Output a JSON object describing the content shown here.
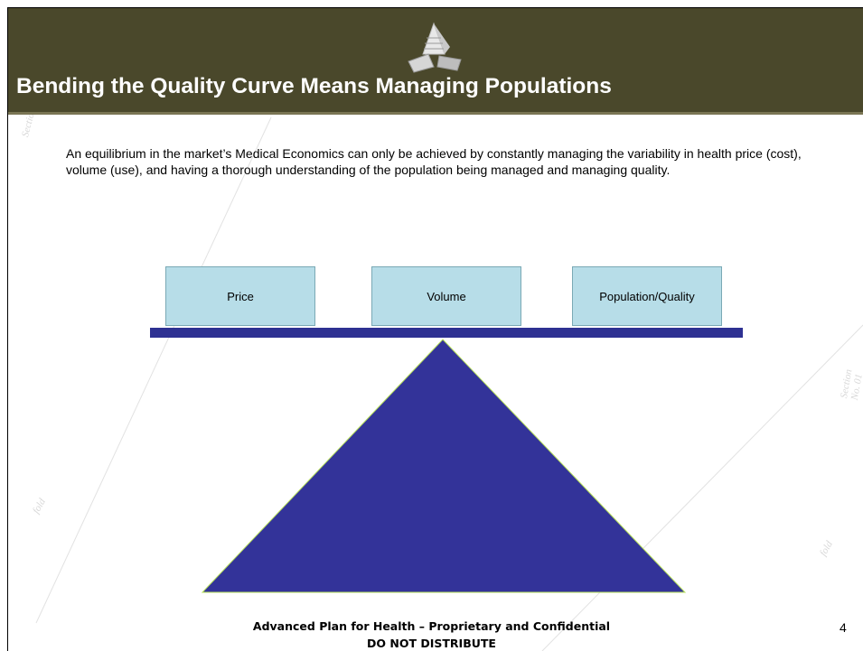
{
  "slide": {
    "title": "Bending the Quality Curve Means Managing Populations",
    "body": "An equilibrium in the market’s Medical Economics can only be achieved by constantly managing the variability in health price (cost), volume (use), and having a thorough understanding of the population being managed and managing quality.",
    "page_number": "4"
  },
  "diagram": {
    "boxes": [
      "Price",
      "Volume",
      "Population/Quality"
    ],
    "colors": {
      "box_fill": "#b7dde8",
      "beam": "#2e3192",
      "fulcrum": "#333399",
      "fulcrum_outline": "#b7e05a"
    }
  },
  "footer": {
    "line1": "Advanced Plan for Health – Proprietary and Confidential",
    "line2": "DO NOT DISTRIBUTE"
  },
  "background_marks": {
    "left_top": "Section",
    "right_mid": "Section No. 01",
    "left_low": "fold",
    "right_low": "fold"
  }
}
